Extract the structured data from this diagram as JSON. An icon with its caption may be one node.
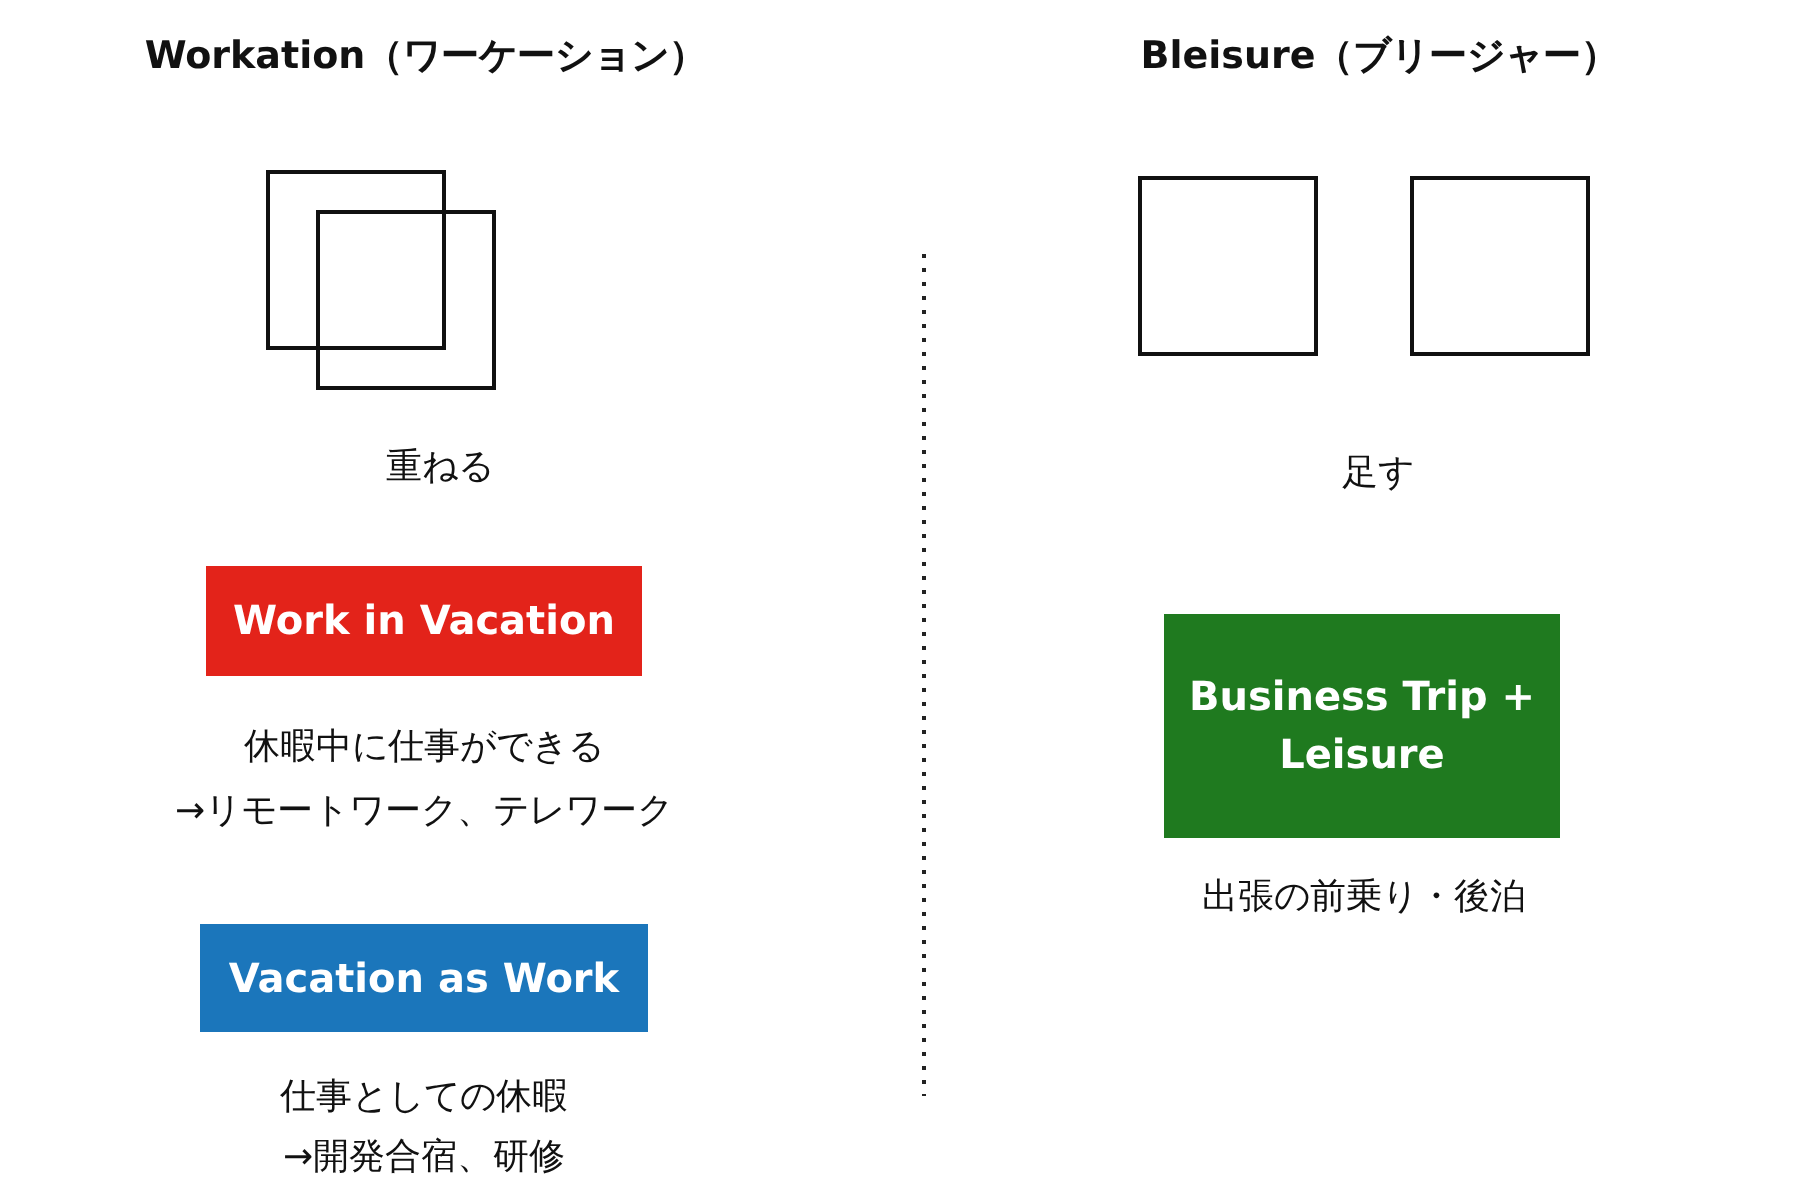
{
  "diagram": {
    "nodes": [
      {
        "text": [],
        "shape": "box"
      },
      {
        "text": [],
        "shape": "box"
      },
      {
        "text": [],
        "shape": "box"
      },
      {
        "text": [],
        "shape": "box"
      },
      {
        "text": [
          "Work in Vacation"
        ]
      },
      {
        "text": [
          "Business Trip + Leisure"
        ]
      },
      {
        "text": [
          "Vacation as Work"
        ]
      }
    ],
    "edges": [],
    "labels": [
      "Workation（ワーケーション）",
      "Bleisure（ブリージャー）",
      "重ねる",
      "足す",
      "休暇中に仕事ができる",
      "→リモートワーク、テレワーク",
      "出張の前乗り・後泊",
      "仕事としての休暇",
      "→開発合宿、研修"
    ]
  }
}
